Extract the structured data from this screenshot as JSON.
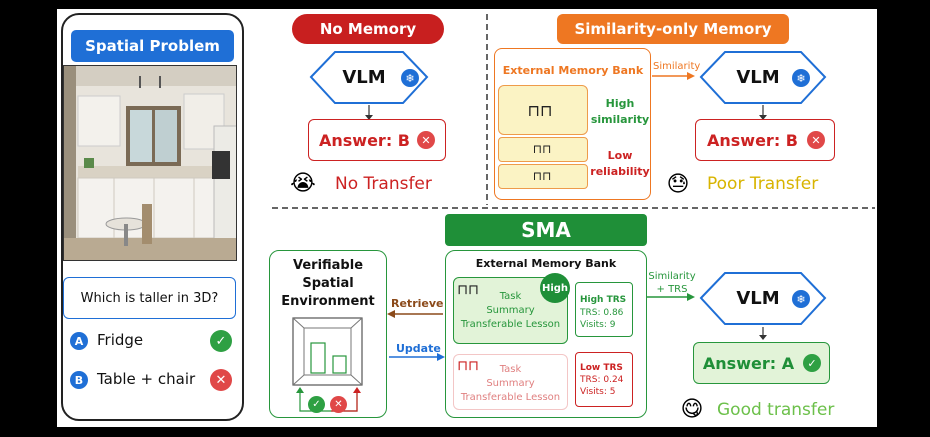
{
  "left_panel": {
    "title": "Spatial Problem",
    "question": "Which is taller in 3D?",
    "option_a": {
      "letter": "A",
      "text": "Fridge",
      "status": "correct"
    },
    "option_b": {
      "letter": "B",
      "text": "Table + chair",
      "status": "wrong"
    }
  },
  "no_memory": {
    "title": "No Memory",
    "vlm": "VLM",
    "answer": "Answer: B",
    "result": "No Transfer"
  },
  "similarity_memory": {
    "title": "Similarity-only Memory",
    "bank_title": "External Memory Bank",
    "high_label": "High\nsimilarity",
    "low_label": "Low\nreliability",
    "arrow_label": "Similarity",
    "vlm": "VLM",
    "answer": "Answer: B",
    "result": "Poor Transfer"
  },
  "sma": {
    "title": "SMA",
    "env_title": "Verifiable\nSpatial\nEnvironment",
    "retrieve": "Retrieve",
    "update": "Update",
    "bank_title": "External Memory Bank",
    "high_badge": "High",
    "card1_text": "Task\nSummary\nTransferable Lesson",
    "card1_trs_title": "High TRS",
    "card1_trs": "TRS: 0.86",
    "card1_visits": "Visits: 9",
    "card2_text": "Task\nSummary\nTransferable Lesson",
    "card2_trs_title": "Low TRS",
    "card2_trs": "TRS: 0.24",
    "card2_visits": "Visits: 5",
    "arrow_label": "Similarity\n+ TRS",
    "vlm": "VLM",
    "answer": "Answer: A",
    "result": "Good transfer"
  },
  "colors": {
    "blue": "#1f6fd6",
    "red": "#cc2222",
    "orange": "#ee7722",
    "green": "#27963c",
    "light_green": "#e2f3d8",
    "yellow_fill": "#fbf3c4"
  }
}
